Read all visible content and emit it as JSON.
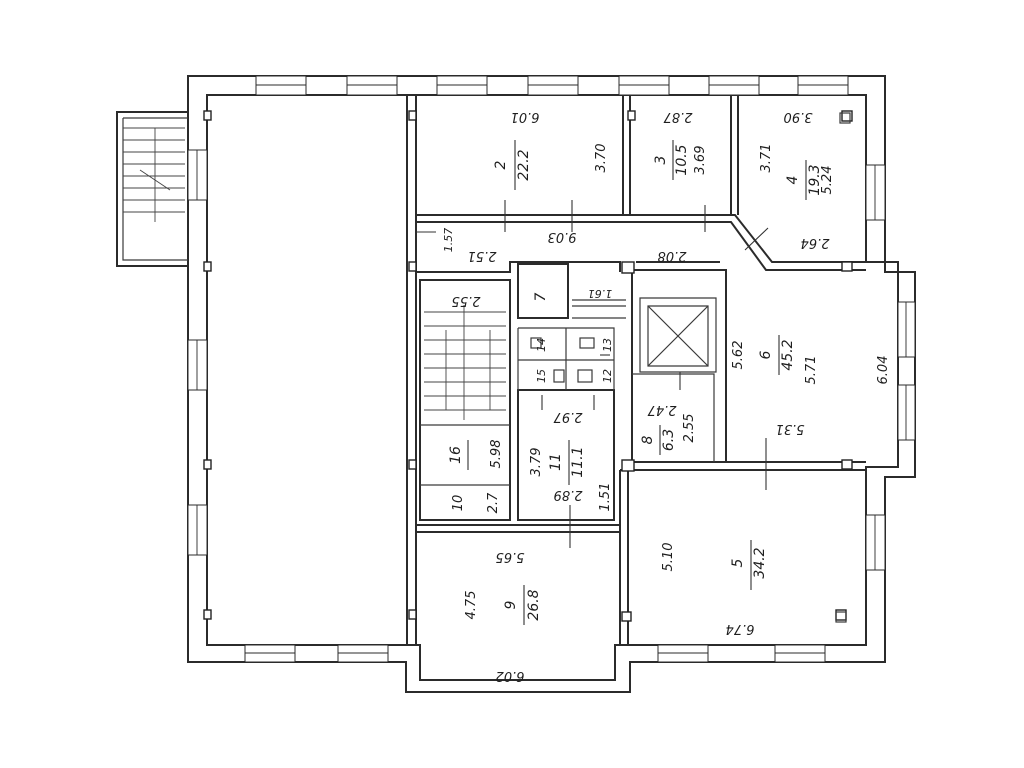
{
  "rooms": {
    "r2": {
      "num": "2",
      "area": "22.2",
      "dims": [
        "6.01",
        "3.70"
      ]
    },
    "r3": {
      "num": "3",
      "area": "10.5",
      "dims": [
        "2.87",
        "3.69"
      ]
    },
    "r4": {
      "num": "4",
      "area": "19.3",
      "dims": [
        "3.90",
        "3.71",
        "5.24",
        "2.64"
      ]
    },
    "r5": {
      "num": "5",
      "area": "34.2",
      "dims": [
        "5.10",
        "6.74"
      ]
    },
    "r6": {
      "num": "6",
      "area": "45.2",
      "dims": [
        "5.62",
        "5.71",
        "6.04",
        "5.31"
      ]
    },
    "r7": {
      "num": "7",
      "dims": [
        "1.61"
      ]
    },
    "r8": {
      "num": "8",
      "area": "6.3",
      "dims": [
        "2.47",
        "2.55"
      ]
    },
    "r9": {
      "num": "9",
      "area": "26.8",
      "dims": [
        "5.65",
        "4.75",
        "6.02"
      ]
    },
    "r10": {
      "num": "10",
      "dims": [
        "2.7"
      ]
    },
    "r11": {
      "num": "11",
      "area": "11.1",
      "dims": [
        "2.97",
        "3.79",
        "2.89",
        "1.51"
      ]
    },
    "r12": {
      "num": "12"
    },
    "r13": {
      "num": "13"
    },
    "r14": {
      "num": "14"
    },
    "r15": {
      "num": "15"
    },
    "r16": {
      "num": "16",
      "dims": [
        "5.98"
      ]
    },
    "corridor": {
      "dims": [
        "1.57",
        "2.51",
        "9.03",
        "2.08"
      ]
    },
    "stair": {
      "dims": [
        "2.55"
      ]
    }
  },
  "colors": {
    "line": "#2b2b2b",
    "paper": "#ffffff",
    "text": "#1e1e1e"
  }
}
